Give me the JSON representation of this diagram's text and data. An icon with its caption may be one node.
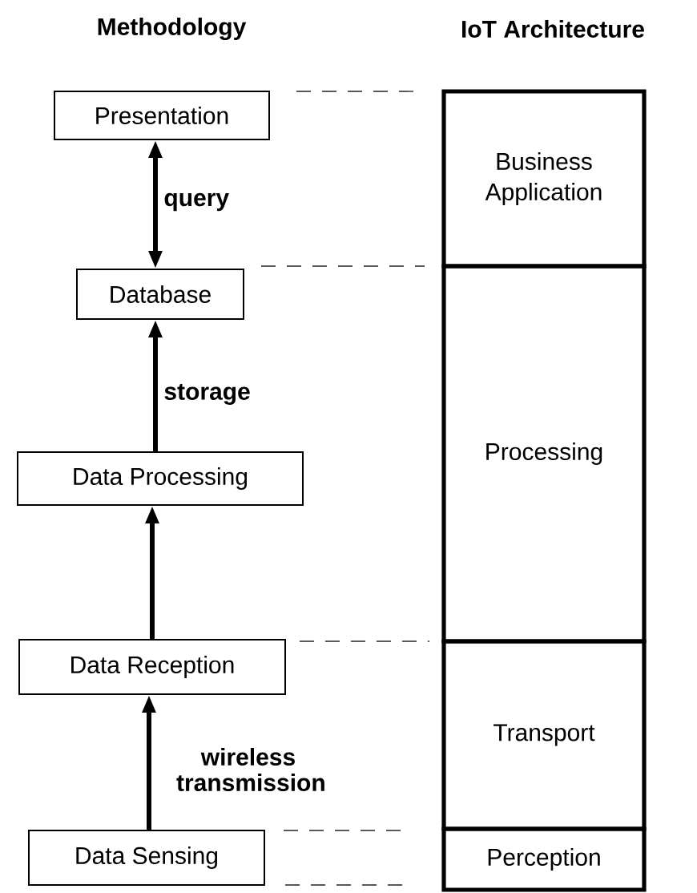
{
  "diagram": {
    "nodes": [
      {
        "text": [
          "Presentation"
        ]
      },
      {
        "text": [
          "Database"
        ]
      },
      {
        "text": [
          "Data Processing"
        ]
      },
      {
        "text": [
          "Data Reception"
        ]
      },
      {
        "text": [
          "Data Sensing"
        ]
      },
      {
        "text": [
          "Business Application"
        ]
      },
      {
        "text": [
          "Processing"
        ]
      },
      {
        "text": [
          "Transport"
        ]
      },
      {
        "text": [
          "Perception"
        ]
      }
    ],
    "edges": [
      {
        "from": 1,
        "to": 0,
        "arrow": "both",
        "label": "query"
      },
      {
        "from": 2,
        "to": 1,
        "arrow": "to",
        "label": "storage"
      },
      {
        "from": 3,
        "to": 2,
        "arrow": "to"
      },
      {
        "from": 4,
        "to": 3,
        "arrow": "to",
        "label": "wireless transmission"
      }
    ],
    "labels": [
      "Methodology",
      "IoT Architecture"
    ]
  }
}
